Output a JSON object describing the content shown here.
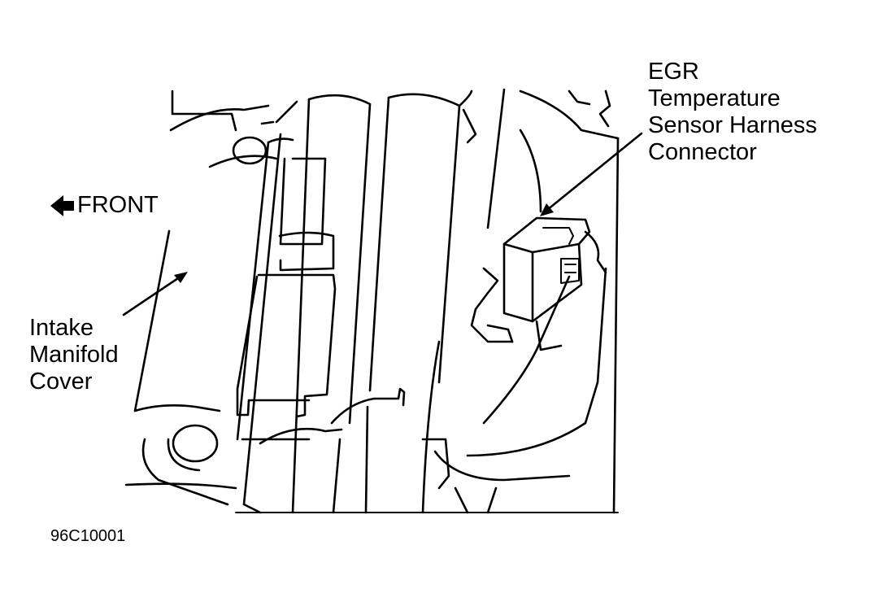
{
  "labels": {
    "front": "FRONT",
    "intake": [
      "Intake",
      "Manifold",
      "Cover"
    ],
    "egr": [
      "EGR",
      "Temperature",
      "Sensor Harness",
      "Connector"
    ],
    "figure_code": "96C10001"
  },
  "icons": {
    "front_arrow": "left-arrow-icon"
  }
}
